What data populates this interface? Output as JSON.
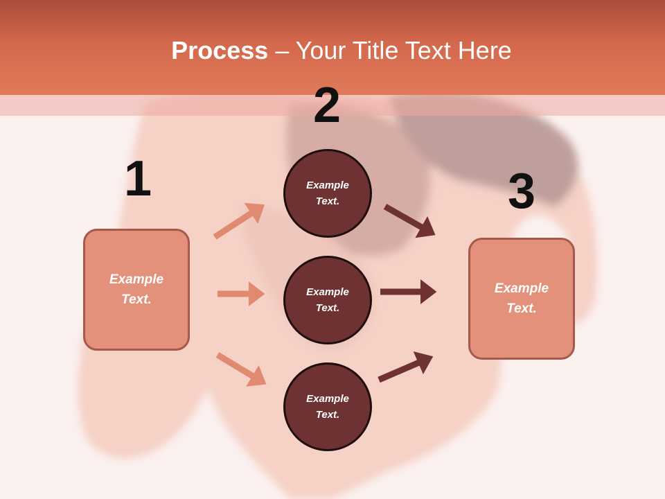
{
  "slide": {
    "title_bold": "Process",
    "title_rest": " – Your Title Text Here"
  },
  "steps": {
    "one": "1",
    "two": "2",
    "three": "3"
  },
  "boxes": {
    "left": [
      "Example",
      "Text."
    ],
    "right": [
      "Example",
      "Text."
    ]
  },
  "circles": [
    [
      "Example",
      "Text."
    ],
    [
      "Example",
      "Text."
    ],
    [
      "Example",
      "Text."
    ]
  ],
  "colors": {
    "title_bar": "#d4684c",
    "box_fill": "#e3917a",
    "circle_fill": "#6e3232",
    "arrow_light": "#e08a70",
    "arrow_dark": "#6e3232"
  }
}
